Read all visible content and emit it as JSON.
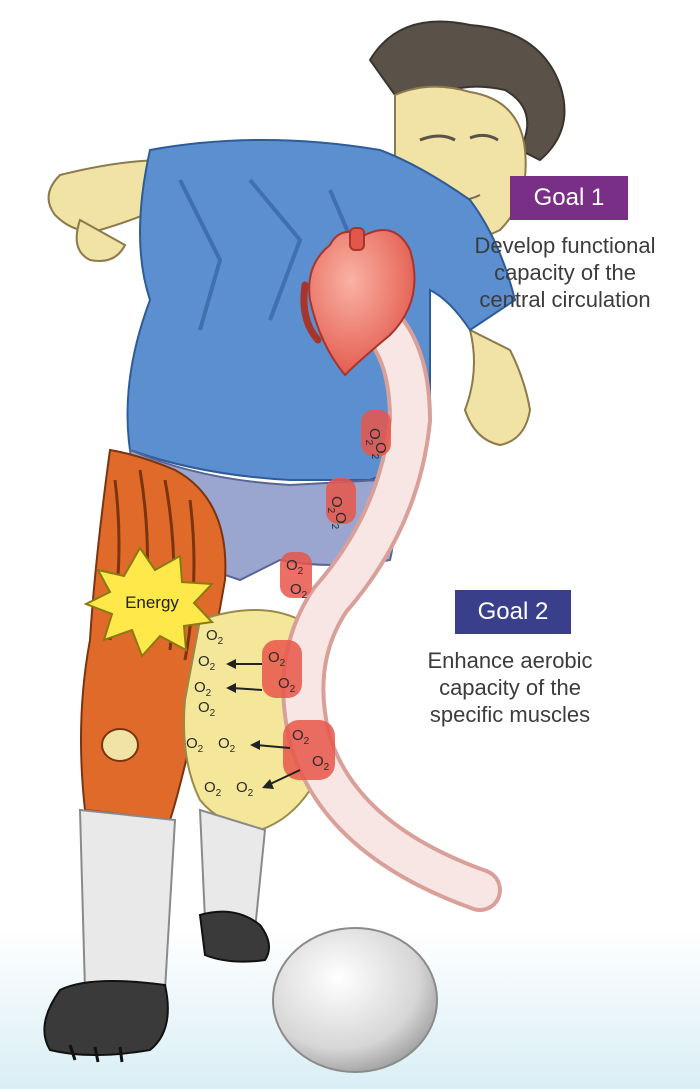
{
  "goals": [
    {
      "badge": "Goal 1",
      "badge_color": "#7a2f86",
      "lines": [
        "Develop functional",
        "capacity of the",
        "central circulation"
      ]
    },
    {
      "badge": "Goal 2",
      "badge_color": "#3a3f8c",
      "lines": [
        "Enhance aerobic",
        "capacity of the",
        "specific muscles"
      ]
    }
  ],
  "energy_label": "Energy",
  "oxygen_symbol": "O",
  "oxygen_subscript": "2",
  "colors": {
    "jersey": "#5b8fcf",
    "shorts": "#9aa6cf",
    "skin": "#f1e3a6",
    "heart": "#ef7c6c",
    "vessel": "#f8e6e4",
    "vessel_edge": "#d9a09a",
    "rbc": "#e8564a",
    "muscle": "#e06a2a",
    "energy_burst": "#ffe84a",
    "ball": "#e6e6e6"
  },
  "icons": [
    "heart-icon",
    "energy-burst-icon",
    "soccer-ball-icon",
    "red-blood-cell-icon",
    "oxygen-arrow-icon"
  ]
}
